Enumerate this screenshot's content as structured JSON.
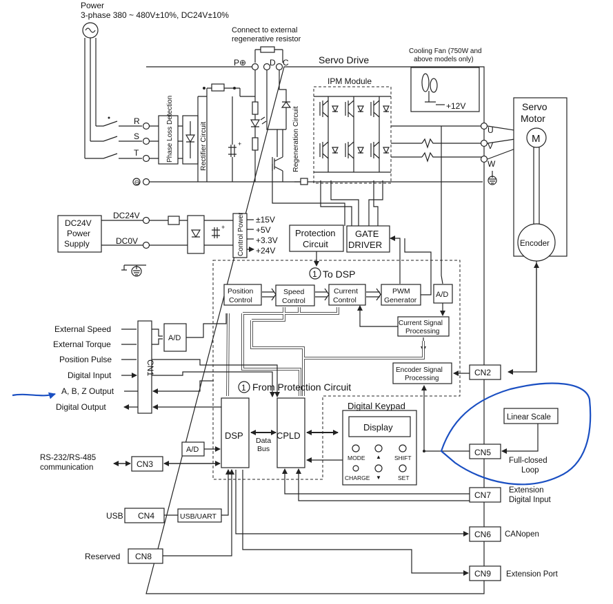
{
  "power": {
    "title": "Power",
    "spec": "3-phase  380 ~ 480V±10%, DC24V±10%"
  },
  "regen_resistor": {
    "line1": "Connect to external",
    "line2": "regenerative resistor"
  },
  "servo_drive": {
    "title": "Servo Drive"
  },
  "terminals": {
    "p_plus": "P⊕",
    "d": "D",
    "c": "C",
    "r": "R",
    "s": "S",
    "t": "T",
    "neg": "⊖",
    "u": "U",
    "v": "V",
    "w": "W"
  },
  "cooling_fan": {
    "line1": "Cooling Fan (750W and",
    "line2": "above models only)",
    "voltage": "+12V"
  },
  "ipm_module": {
    "title": "IPM Module"
  },
  "servo_motor": {
    "line1": "Servo",
    "line2": "Motor",
    "m": "M",
    "encoder": "Encoder"
  },
  "blocks": {
    "phase_loss": "Phase Loss Detection",
    "rectifier": "Rectifier Circuit",
    "regeneration": "Regeneration Circuit",
    "control_power": "Control Power",
    "gate_driver_1": "GATE",
    "gate_driver_2": "DRIVER",
    "protection_1": "Protection",
    "protection_2": "Circuit",
    "to_dsp": "To DSP",
    "from_protection": "From Protection Circuit",
    "position_1": "Position",
    "position_2": "Control",
    "speed_1": "Speed",
    "speed_2": "Control",
    "current_1": "Current",
    "current_2": "Control",
    "pwm_1": "PWM",
    "pwm_2": "Generator",
    "ad": "A/D",
    "current_signal_1": "Current Signal",
    "current_signal_2": "Processing",
    "encoder_signal_1": "Encoder Signal",
    "encoder_signal_2": "Processing",
    "dsp": "DSP",
    "cpld": "CPLD",
    "data_bus_1": "Data",
    "data_bus_2": "Bus",
    "usb_uart": "USB/UART"
  },
  "dc24v_supply": {
    "line1": "DC24V",
    "line2": "Power",
    "line3": "Supply",
    "dc24v": "DC24V",
    "dc0v": "DC0V"
  },
  "voltages": [
    "±15V",
    "+5V",
    "+3.3V",
    "+24V"
  ],
  "circled_one": "1",
  "cn1": {
    "label": "CN1",
    "inputs": [
      "External Speed",
      "External Torque",
      "Position Pulse",
      "Digital Input",
      "A, B, Z Output",
      "Digital Output"
    ]
  },
  "connectors": {
    "cn2": "CN2",
    "cn3": "CN3",
    "cn4": "CN4",
    "cn5": "CN5",
    "cn6": "CN6",
    "cn7": "CN7",
    "cn8": "CN8",
    "cn9": "CN9"
  },
  "external_labels": {
    "rs232_1": "RS-232/RS-485",
    "rs232_2": "communication",
    "usb": "USB",
    "reserved": "Reserved",
    "ext_digital_1": "Extension",
    "ext_digital_2": "Digital Input",
    "canopen": "CANopen",
    "ext_port": "Extension Port",
    "linear_scale": "Linear Scale",
    "full_closed_1": "Full-closed",
    "full_closed_2": "Loop"
  },
  "keypad": {
    "title": "Digital Keypad",
    "display": "Display",
    "mode": "MODE",
    "shift": "SHIFT",
    "charge": "CHARGE",
    "set": "SET",
    "up": "▲",
    "down": "▼"
  },
  "colors": {
    "annotation": "#1a4fc2",
    "line": "#222222",
    "background": "#ffffff"
  }
}
